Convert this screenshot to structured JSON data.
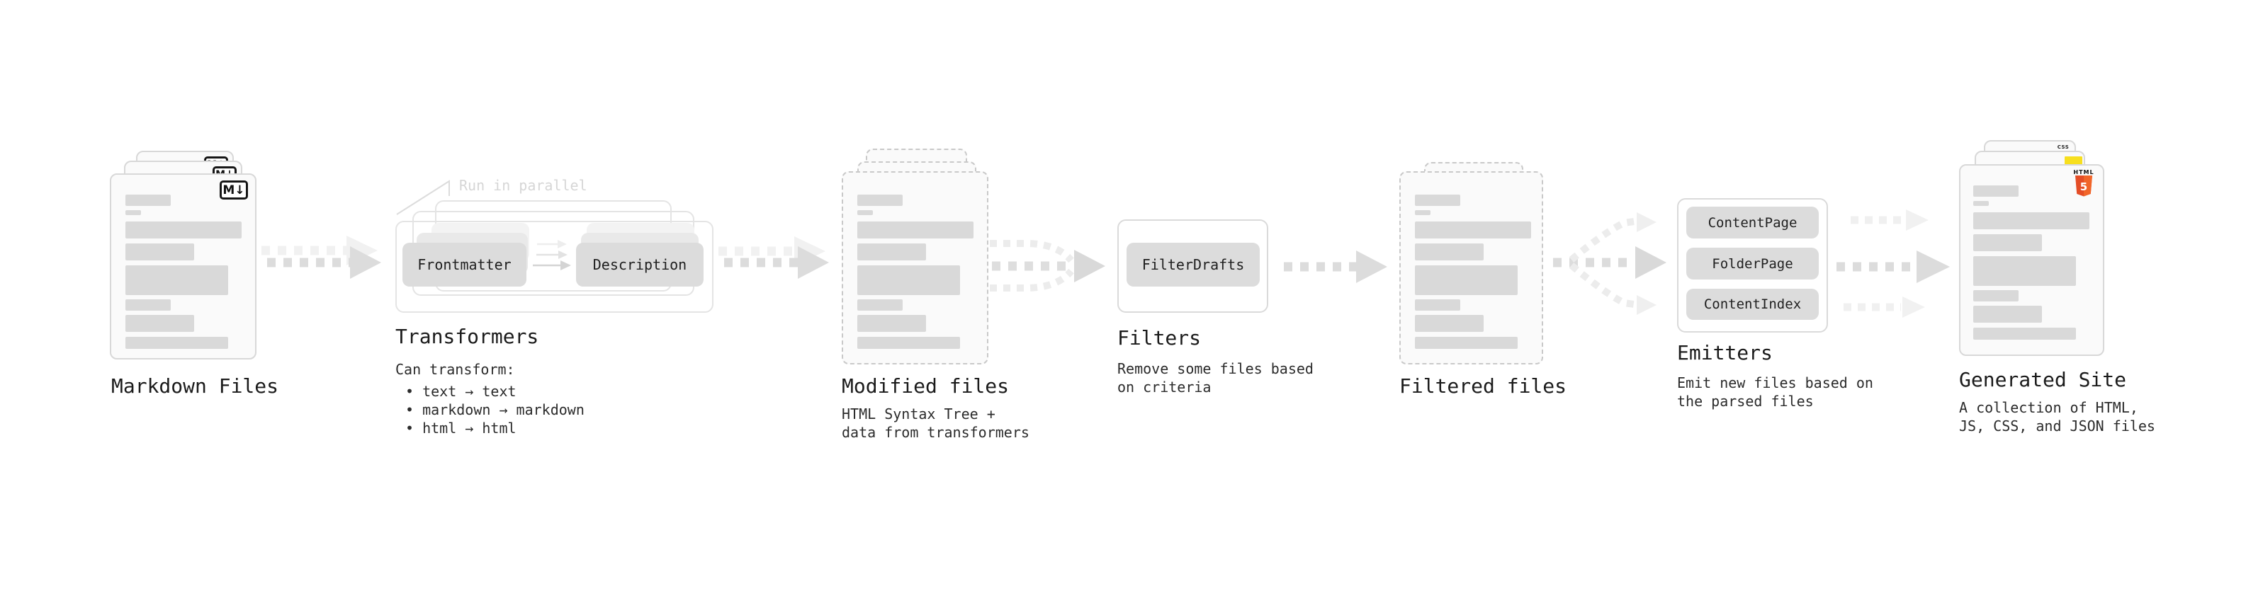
{
  "stages": {
    "markdown": {
      "label": "Markdown Files",
      "file_badge": "M↓"
    },
    "transformers": {
      "label": "Transformers",
      "parallel_note": "Run in parallel",
      "node1": "Frontmatter",
      "node2": "Description",
      "caption": "Can transform:",
      "bullet1": "• text → text",
      "bullet2": "• markdown → markdown",
      "bullet3": "• html → html"
    },
    "modified": {
      "label": "Modified files",
      "desc_line1": "HTML Syntax Tree +",
      "desc_line2": "data from transformers"
    },
    "filters": {
      "label": "Filters",
      "node1": "FilterDrafts",
      "desc_line1": "Remove some files based",
      "desc_line2": "on criteria"
    },
    "filtered": {
      "label": "Filtered files"
    },
    "emitters": {
      "label": "Emitters",
      "node1": "ContentPage",
      "node2": "FolderPage",
      "node3": "ContentIndex",
      "desc_line1": "Emit new files based on",
      "desc_line2": "the parsed files"
    },
    "generated": {
      "label": "Generated Site",
      "desc_line1": "A collection of HTML,",
      "desc_line2": "JS, CSS, and JSON files",
      "css_badge": "CSS",
      "html_badge_word": "HTML",
      "html_badge_number": "5"
    }
  },
  "colors": {
    "html5_orange": "#e44d26",
    "html5_orange_light": "#f16529",
    "js_yellow": "#f7df1e",
    "css_blue": "#2965f1",
    "node_gray": "#dcdcdc",
    "arrow_gray": "#dcdcdc",
    "text_dark": "#1f1f1f",
    "muted_label": "#d6d6d6"
  }
}
